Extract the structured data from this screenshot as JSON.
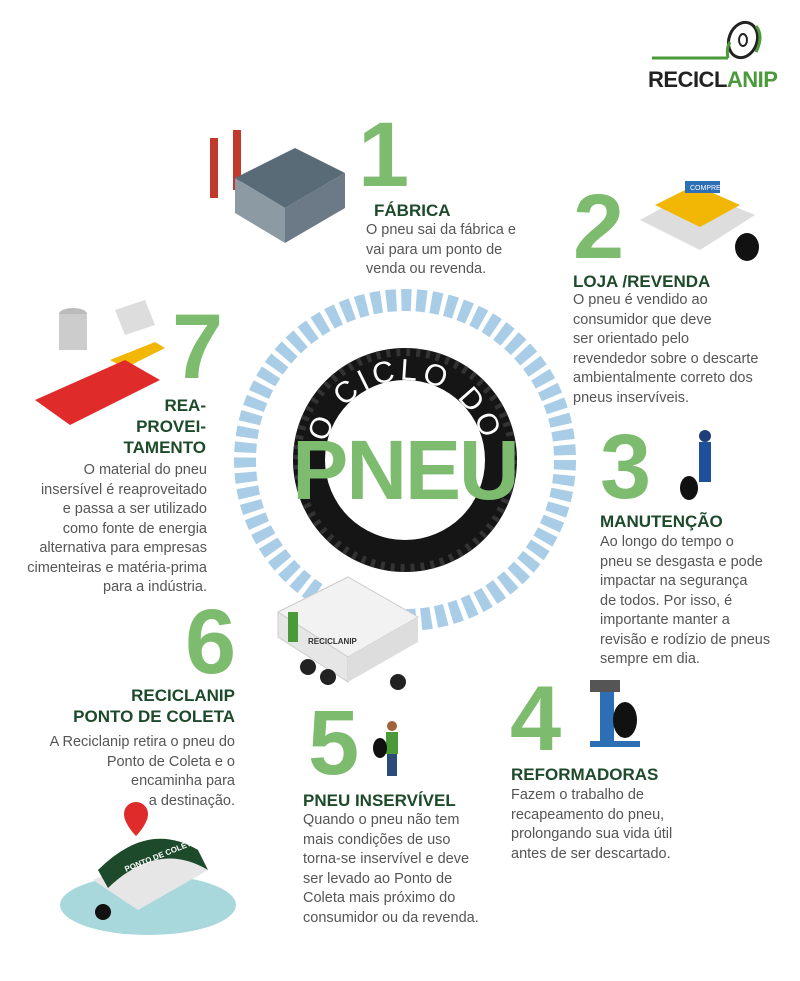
{
  "logo": {
    "text_dark": "RECICL",
    "text_green": "ANIP"
  },
  "center": {
    "arc_text": "O CICLO DO",
    "title": "PNEU"
  },
  "steps": [
    {
      "number": "1",
      "title": "FÁBRICA",
      "lines": [
        "O pneu sai da fábrica e",
        "vai para um ponto de",
        "venda ou revenda."
      ]
    },
    {
      "number": "2",
      "title": "LOJA /REVENDA",
      "lines": [
        "O pneu é vendido ao",
        "consumidor que deve",
        "ser orientado pelo",
        "revendedor sobre o descarte",
        "ambientalmente correto dos",
        "pneus inservíveis."
      ]
    },
    {
      "number": "3",
      "title": "MANUTENÇÃO",
      "lines": [
        "Ao longo do tempo o",
        "pneu se desgasta e pode",
        "impactar na segurança",
        "de todos. Por isso, é",
        "importante manter a",
        "revisão e rodízio de pneus",
        "sempre em dia."
      ]
    },
    {
      "number": "4",
      "title": "REFORMADORAS",
      "lines": [
        "Fazem o trabalho de",
        "recapeamento do pneu,",
        "prolongando sua vida útil",
        "antes de ser descartado."
      ]
    },
    {
      "number": "5",
      "title": "PNEU INSERVÍVEL",
      "lines": [
        "Quando o pneu não tem",
        "mais condições de uso",
        "torna-se inservível e deve",
        "ser levado ao Ponto de",
        "Coleta mais próximo do",
        "consumidor ou da revenda."
      ]
    },
    {
      "number": "6",
      "title_lines": [
        "RECICLANIP",
        "PONTO DE COLETA"
      ],
      "lines": [
        "A Reciclanip retira o pneu do",
        "Ponto de Coleta e o",
        "encaminha para",
        "a destinação."
      ]
    },
    {
      "number": "7",
      "title_lines": [
        "REA-",
        "PROVEI-",
        "TAMENTO"
      ],
      "lines": [
        "O material do pneu",
        "insersível é reaproveitado",
        "e passa a ser utilizado",
        "como fonte de energia",
        "alternativa para empresas",
        "cimenteiras e matéria-prima",
        "para a indústria."
      ]
    }
  ],
  "illustrations": {
    "store_sign": "COMPRE",
    "collection_sign": "PONTO DE COLETA",
    "truck_logo": "RECICLANIP"
  },
  "colors": {
    "number_green": "#7dbb6e",
    "heading_green": "#1d4a2a",
    "body_gray": "#555555",
    "tread_blue": "#a9cde6"
  }
}
